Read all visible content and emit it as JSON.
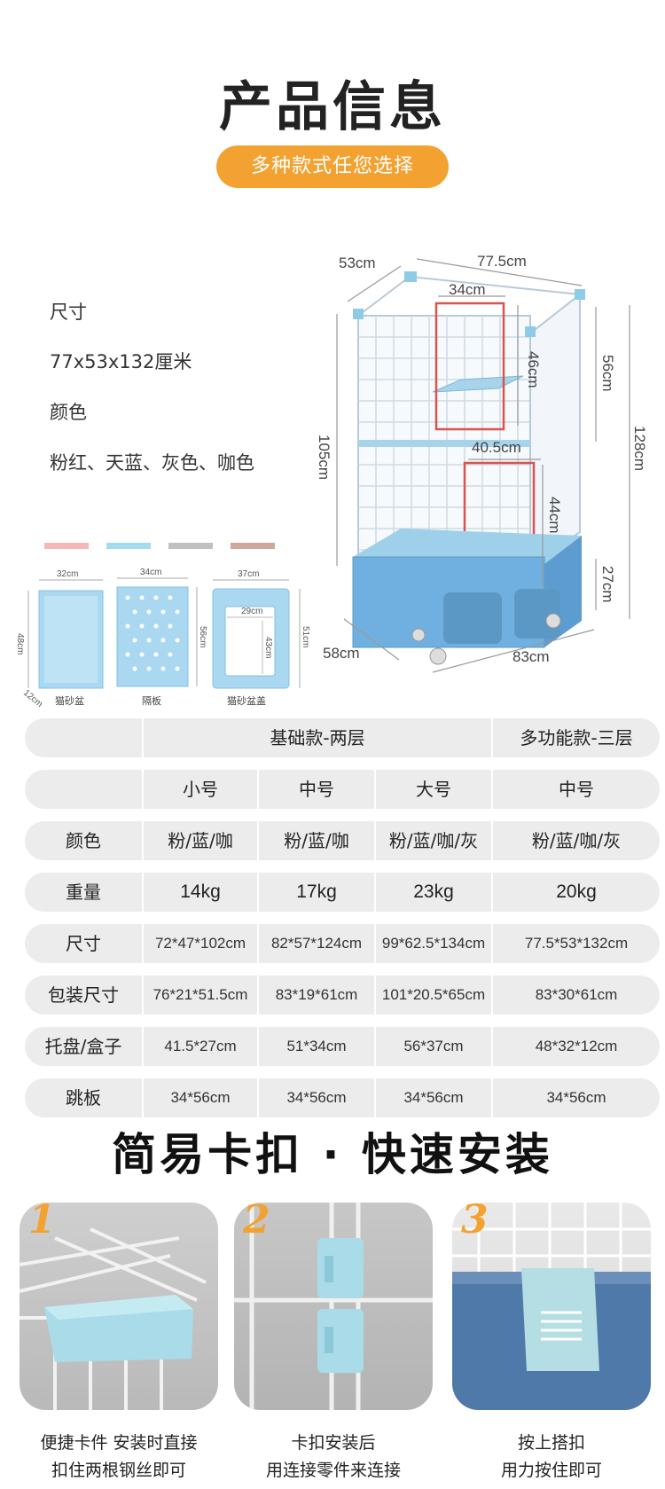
{
  "header": {
    "title": "产品信息",
    "subtitle": "多种款式任您选择"
  },
  "specs": {
    "size_label": "尺寸",
    "size_value": "77x53x132厘米",
    "color_label": "颜色",
    "color_value": "粉红、天蓝、灰色、咖色",
    "swatches": [
      "#f5b7b7",
      "#a3dcef",
      "#c0c0c0",
      "#cfa89c"
    ]
  },
  "cage_dims": {
    "depth_top": "53cm",
    "width_top": "77.5cm",
    "door_upper_width": "34cm",
    "door_upper_height": "46cm",
    "upper_height": "56cm",
    "total_height": "128cm",
    "body_height": "105cm",
    "door_lower_width": "40.5cm",
    "door_lower_height": "44cm",
    "base_height": "27cm",
    "depth_bottom": "58cm",
    "width_bottom": "83cm"
  },
  "accessories": [
    {
      "name": "猫砂盆",
      "width": "32cm",
      "height": "48cm",
      "depth": "12cm"
    },
    {
      "name": "隔板",
      "width": "34cm",
      "height": "56cm"
    },
    {
      "name": "猫砂盆盖",
      "width": "37cm",
      "height": "51cm",
      "inner_width": "29cm",
      "inner_height": "43cm"
    }
  ],
  "table": {
    "group_headers": [
      "基础款-两层",
      "多功能款-三层"
    ],
    "size_headers": [
      "小号",
      "中号",
      "大号",
      "中号"
    ],
    "rows": [
      {
        "label": "颜色",
        "values": [
          "粉/蓝/咖",
          "粉/蓝/咖",
          "粉/蓝/咖/灰",
          "粉/蓝/咖/灰"
        ]
      },
      {
        "label": "重量",
        "values": [
          "14kg",
          "17kg",
          "23kg",
          "20kg"
        ]
      },
      {
        "label": "尺寸",
        "values": [
          "72*47*102cm",
          "82*57*124cm",
          "99*62.5*134cm",
          "77.5*53*132cm"
        ]
      },
      {
        "label": "包装尺寸",
        "values": [
          "76*21*51.5cm",
          "83*19*61cm",
          "101*20.5*65cm",
          "83*30*61cm"
        ]
      },
      {
        "label": "托盘/盒子",
        "values": [
          "41.5*27cm",
          "51*34cm",
          "56*37cm",
          "48*32*12cm"
        ]
      },
      {
        "label": "跳板",
        "values": [
          "34*56cm",
          "34*56cm",
          "34*56cm",
          "34*56cm"
        ]
      }
    ]
  },
  "install": {
    "title": "简易卡扣 · 快速安装",
    "steps": [
      {
        "num": "1",
        "line1": "便捷卡件 安装时直接",
        "line2": "扣住两根钢丝即可"
      },
      {
        "num": "2",
        "line1": "卡扣安装后",
        "line2": "用连接零件来连接"
      },
      {
        "num": "3",
        "line1": "按上搭扣",
        "line2": "用力按住即可"
      }
    ]
  }
}
